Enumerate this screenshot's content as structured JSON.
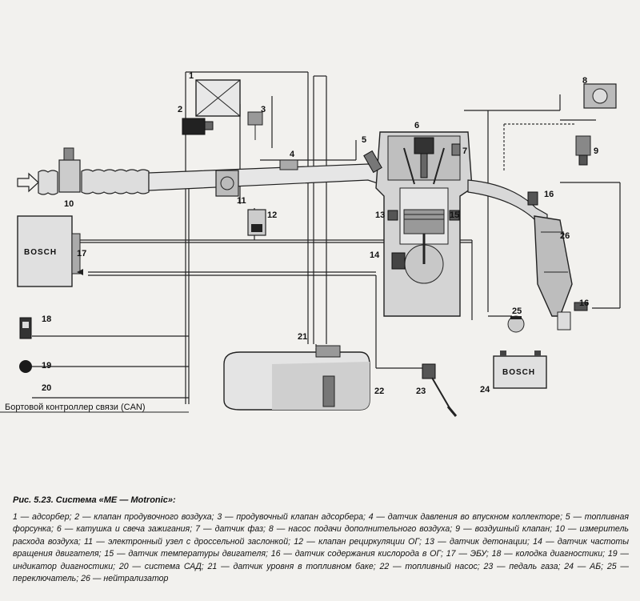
{
  "diagram": {
    "labels": {
      "n1": "1",
      "n2": "2",
      "n3": "3",
      "n4": "4",
      "n5": "5",
      "n6": "6",
      "n7": "7",
      "n8": "8",
      "n9": "9",
      "n10": "10",
      "n11": "11",
      "n12": "12",
      "n13": "13",
      "n14": "14",
      "n15": "15",
      "n16a": "16",
      "n16b": "16",
      "n17": "17",
      "n18": "18",
      "n19": "19",
      "n20": "20",
      "n21": "21",
      "n22": "22",
      "n23": "23",
      "n24": "24",
      "n25": "25",
      "n26": "26"
    },
    "ecu_brand": "BOSCH",
    "battery_brand": "BOSCH",
    "can_label": "Бортовой контроллер связи (CAN)"
  },
  "caption": {
    "title": "Рис. 5.23. Система «ME — Motronic»:",
    "text": "1 — адсорбер; 2 — клапан продувочного воздуха; 3 — продувочный клапан адсорбера; 4 — датчик давления во впускном коллекторе; 5 — топливная форсунка; 6 — катушка и свеча зажигания; 7 — датчик фаз; 8 — насос подачи дополнительного воздуха; 9 — воздушный клапан; 10 — измеритель расхода воздуха; 11 — электронный узел с дроссельной заслонкой; 12 — клапан рециркуляции ОГ; 13 — датчик детонации; 14 — датчик частоты вращения двигателя; 15 — датчик температуры двигателя; 16 — датчик содержания кислорода в ОГ; 17 — ЭБУ; 18 — колодка диагностики; 19 — индикатор диагностики; 20 — система САД; 21 — датчик уровня в топливном баке; 22 — топливный насос; 23 — педаль газа; 24 — АБ; 25 — переключатель; 26 — нейтрализатор"
  }
}
